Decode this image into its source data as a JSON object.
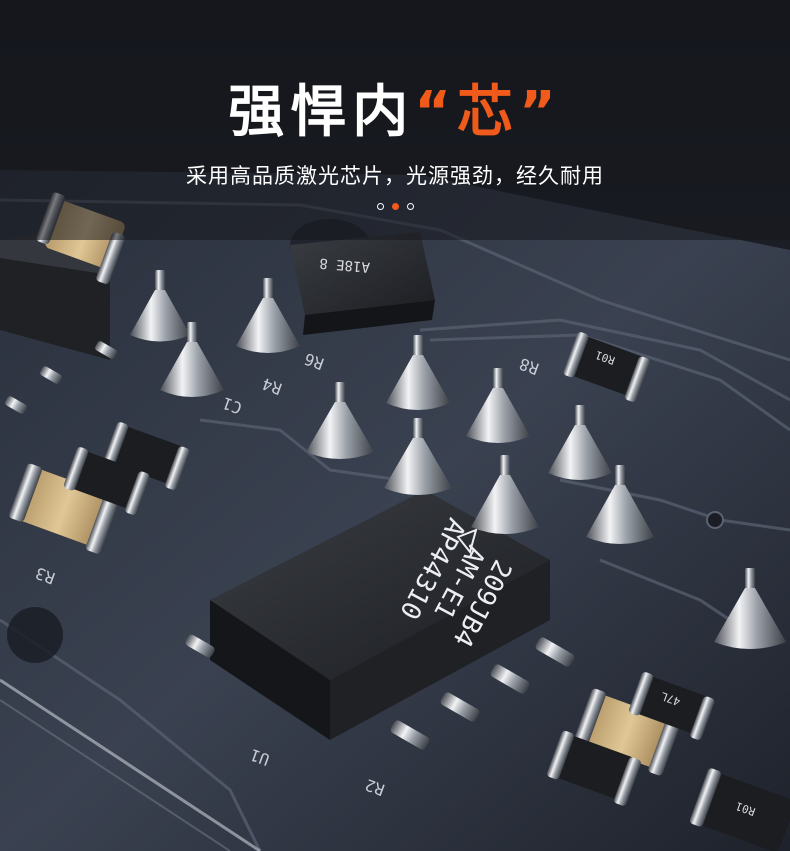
{
  "headline": {
    "main": "强悍内",
    "accent": "“芯”"
  },
  "subtitle": "采用高品质激光芯片，光源强劲，经久耐用",
  "carousel": {
    "total": 3,
    "active_index": 1
  },
  "pcb_labels": {
    "chip_line1": "AP44310",
    "chip_line2": "AM-E1",
    "chip_line3": "209JB4",
    "small_chip": "A18E 8",
    "u1": "U1",
    "r2": "R2",
    "r3": "R3",
    "r4": "R4",
    "r6": "R6",
    "r8": "R8",
    "c1": "C1",
    "r01_a": "R01",
    "r01_b": "R01",
    "r47": "47L"
  },
  "colors": {
    "background": "#1a1d24",
    "board": "#2f3543",
    "accent": "#f05a1a"
  }
}
